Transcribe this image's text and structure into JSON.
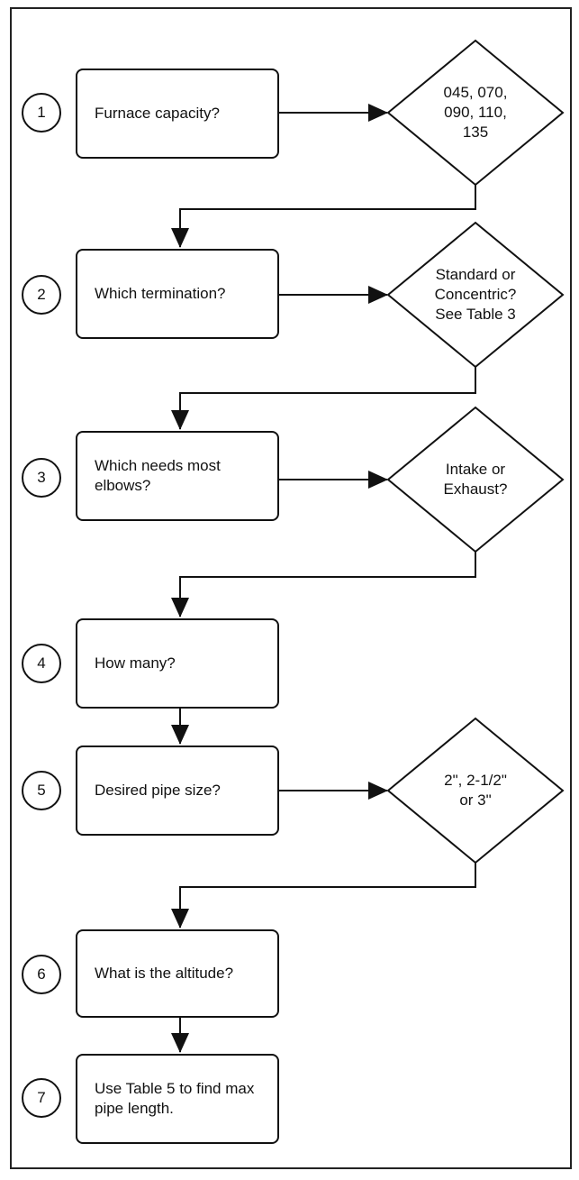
{
  "steps": [
    {
      "number": "1",
      "question": "Furnace capacity?",
      "answer": "045, 070,\n090, 110,\n135"
    },
    {
      "number": "2",
      "question": "Which termination?",
      "answer": "Standard or\nConcentric?\nSee Table 3"
    },
    {
      "number": "3",
      "question": "Which needs most elbows?",
      "answer": "Intake or\nExhaust?"
    },
    {
      "number": "4",
      "question": "How many?"
    },
    {
      "number": "5",
      "question": "Desired pipe size?",
      "answer": "2\", 2-1/2\"\nor 3\""
    },
    {
      "number": "6",
      "question": "What is the altitude?"
    },
    {
      "number": "7",
      "question": "Use Table 5 to find max pipe length."
    }
  ],
  "colors": {
    "stroke": "#111111",
    "background": "#ffffff"
  }
}
